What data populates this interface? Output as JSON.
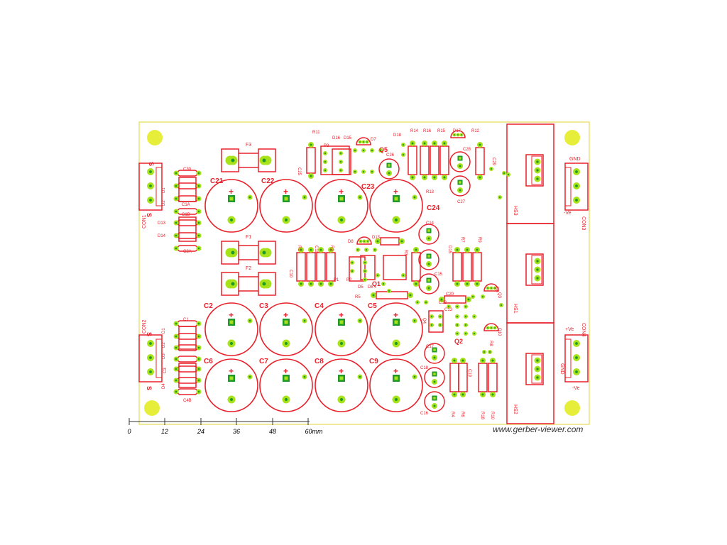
{
  "colors": {
    "copper": "#e8202a",
    "pad": "#a8e21a",
    "drill": "#1f9a2a",
    "outline": "#e3dd55",
    "mount": "#e6ee3a",
    "scale": "#333333"
  },
  "scale": {
    "ticks": [
      "0",
      "12",
      "24",
      "36",
      "48",
      "60mm"
    ]
  },
  "website": "www.gerber-viewer.com",
  "caps_large": [
    "C21",
    "C22",
    "C23",
    "C24",
    "C2",
    "C3",
    "C4",
    "C5",
    "C6",
    "C7",
    "C8",
    "C9"
  ],
  "fuses": [
    "F3",
    "F1",
    "F2"
  ],
  "connectors": [
    "CON1",
    "CON2",
    "CON3",
    "CON4"
  ],
  "labels": {
    "s1": "S",
    "s2": "S",
    "s3": "S",
    "s4": "S",
    "gnd_top": "GND",
    "ve_top": "-Ve",
    "ve_mid": "+Ve",
    "gnd_mid": "GND",
    "ve_bot": "-Ve",
    "hs1": "HS1",
    "hs2": "HS2",
    "hs3": "HS3",
    "r11": "R11",
    "d16": "D16",
    "d15": "D15",
    "d7": "D7",
    "q5": "Q5",
    "d18": "D18",
    "r14": "R14",
    "r16": "R16",
    "r15": "R15",
    "d17": "D17",
    "r12": "R12",
    "c25": "C25",
    "c26": "C26",
    "c28": "C28",
    "c27": "C27",
    "r13": "R13",
    "c29": "C29",
    "p3": "P3",
    "r1": "R1",
    "r2": "R2",
    "c11": "C11",
    "c10": "C10",
    "d8": "D8",
    "d13": "D13",
    "d5": "D5",
    "d6": "D6",
    "q1": "Q1",
    "r5": "R5",
    "r3": "R3",
    "c14": "C14",
    "c15": "C15",
    "d15b": "D15",
    "r7": "R7",
    "r9": "R9",
    "c20": "C20",
    "q3": "Q3",
    "q4": "Q4",
    "c12": "C12",
    "q2": "Q2",
    "d9": "D9",
    "q10": "Q10",
    "r8": "R8",
    "c17": "C17",
    "c19": "C19",
    "c18": "C18",
    "c16": "C16",
    "c13": "C13",
    "r4": "R4",
    "r6": "R6",
    "r18": "R18",
    "r10": "R10",
    "p2": "P2",
    "p1": "P1",
    "d1": "D1",
    "d2": "D2",
    "d3": "D3",
    "d4": "D4",
    "d11": "D11",
    "d12": "D12",
    "d13b": "D13",
    "d14": "D14",
    "c1": "C1",
    "c1a": "C1A",
    "c1b": "C1B",
    "c2a": "C2A",
    "c3": "C3",
    "c3a": "C3A",
    "c4": "C4",
    "c4b": "C4B",
    "c30": "C30",
    "r1b": "R1",
    "r1c": "R1",
    "r2b": "R2"
  }
}
